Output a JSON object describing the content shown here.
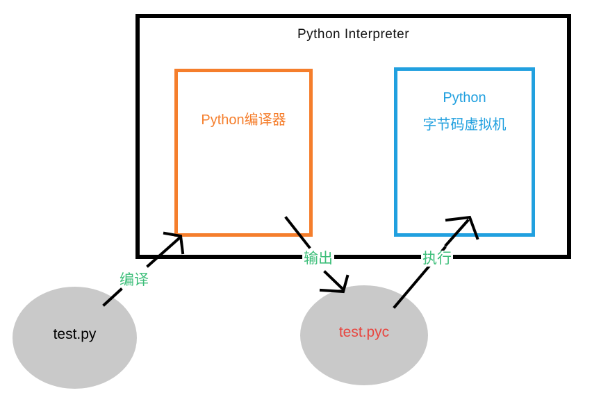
{
  "diagram": {
    "interpreter": {
      "title": "Python Interpreter"
    },
    "compiler": {
      "label": "Python编译器"
    },
    "vm": {
      "label_line1": "Python",
      "label_line2": "字节码虚拟机"
    },
    "source_file": {
      "label": "test.py"
    },
    "bytecode_file": {
      "label": "test.pyc"
    },
    "arrows": {
      "compile_label": "编译",
      "output_label": "输出",
      "execute_label": "执行"
    },
    "colors": {
      "interpreter_border": "#000000",
      "compiler_border": "#F57E2C",
      "compiler_text": "#F57E2C",
      "vm_border": "#21A0DF",
      "vm_text": "#21A0DF",
      "ellipse_fill": "#C9C9C9",
      "source_text": "#000000",
      "bytecode_text": "#E8453F",
      "arrow_label_text": "#3CBE79",
      "arrow_stroke": "#000000"
    }
  }
}
